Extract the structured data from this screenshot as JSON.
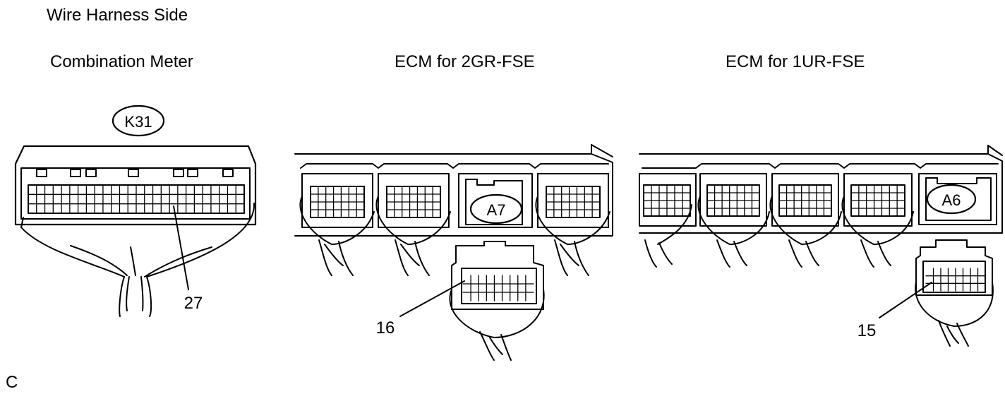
{
  "heading": "Wire Harness Side",
  "corner_mark": "C",
  "connectors": [
    {
      "title": "Combination Meter",
      "code": "K31",
      "pin": "27"
    },
    {
      "title": "ECM for 2GR-FSE",
      "code": "A7",
      "pin": "16"
    },
    {
      "title": "ECM for 1UR-FSE",
      "code": "A6",
      "pin": "15"
    }
  ]
}
